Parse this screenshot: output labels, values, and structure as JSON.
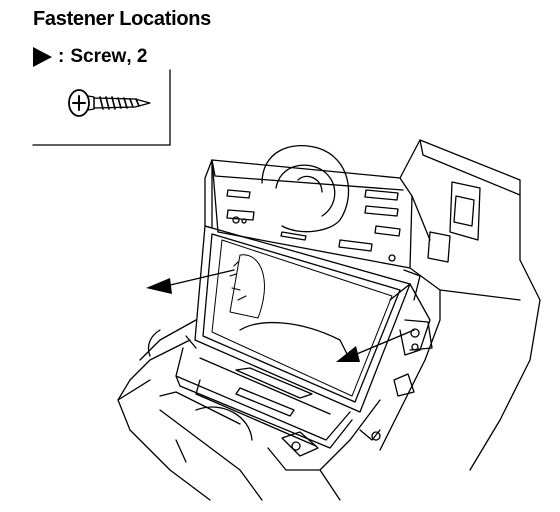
{
  "header": {
    "title": "Fastener Locations"
  },
  "legend": {
    "marker_icon": "filled-triangle-pointer-icon",
    "separator": ":",
    "label": "Screw",
    "count_text": ", 2"
  },
  "colors": {
    "ink": "#000000",
    "paper": "#ffffff"
  }
}
